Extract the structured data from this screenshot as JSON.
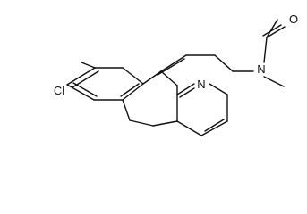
{
  "molecule": {
    "atom_labels": {
      "chlorine": "Cl",
      "pyridine_nitrogen": "N",
      "amide_nitrogen": "N",
      "carbonyl_oxygen": "O"
    },
    "colors": {
      "ink": "#111111",
      "background": "#ffffff"
    }
  }
}
